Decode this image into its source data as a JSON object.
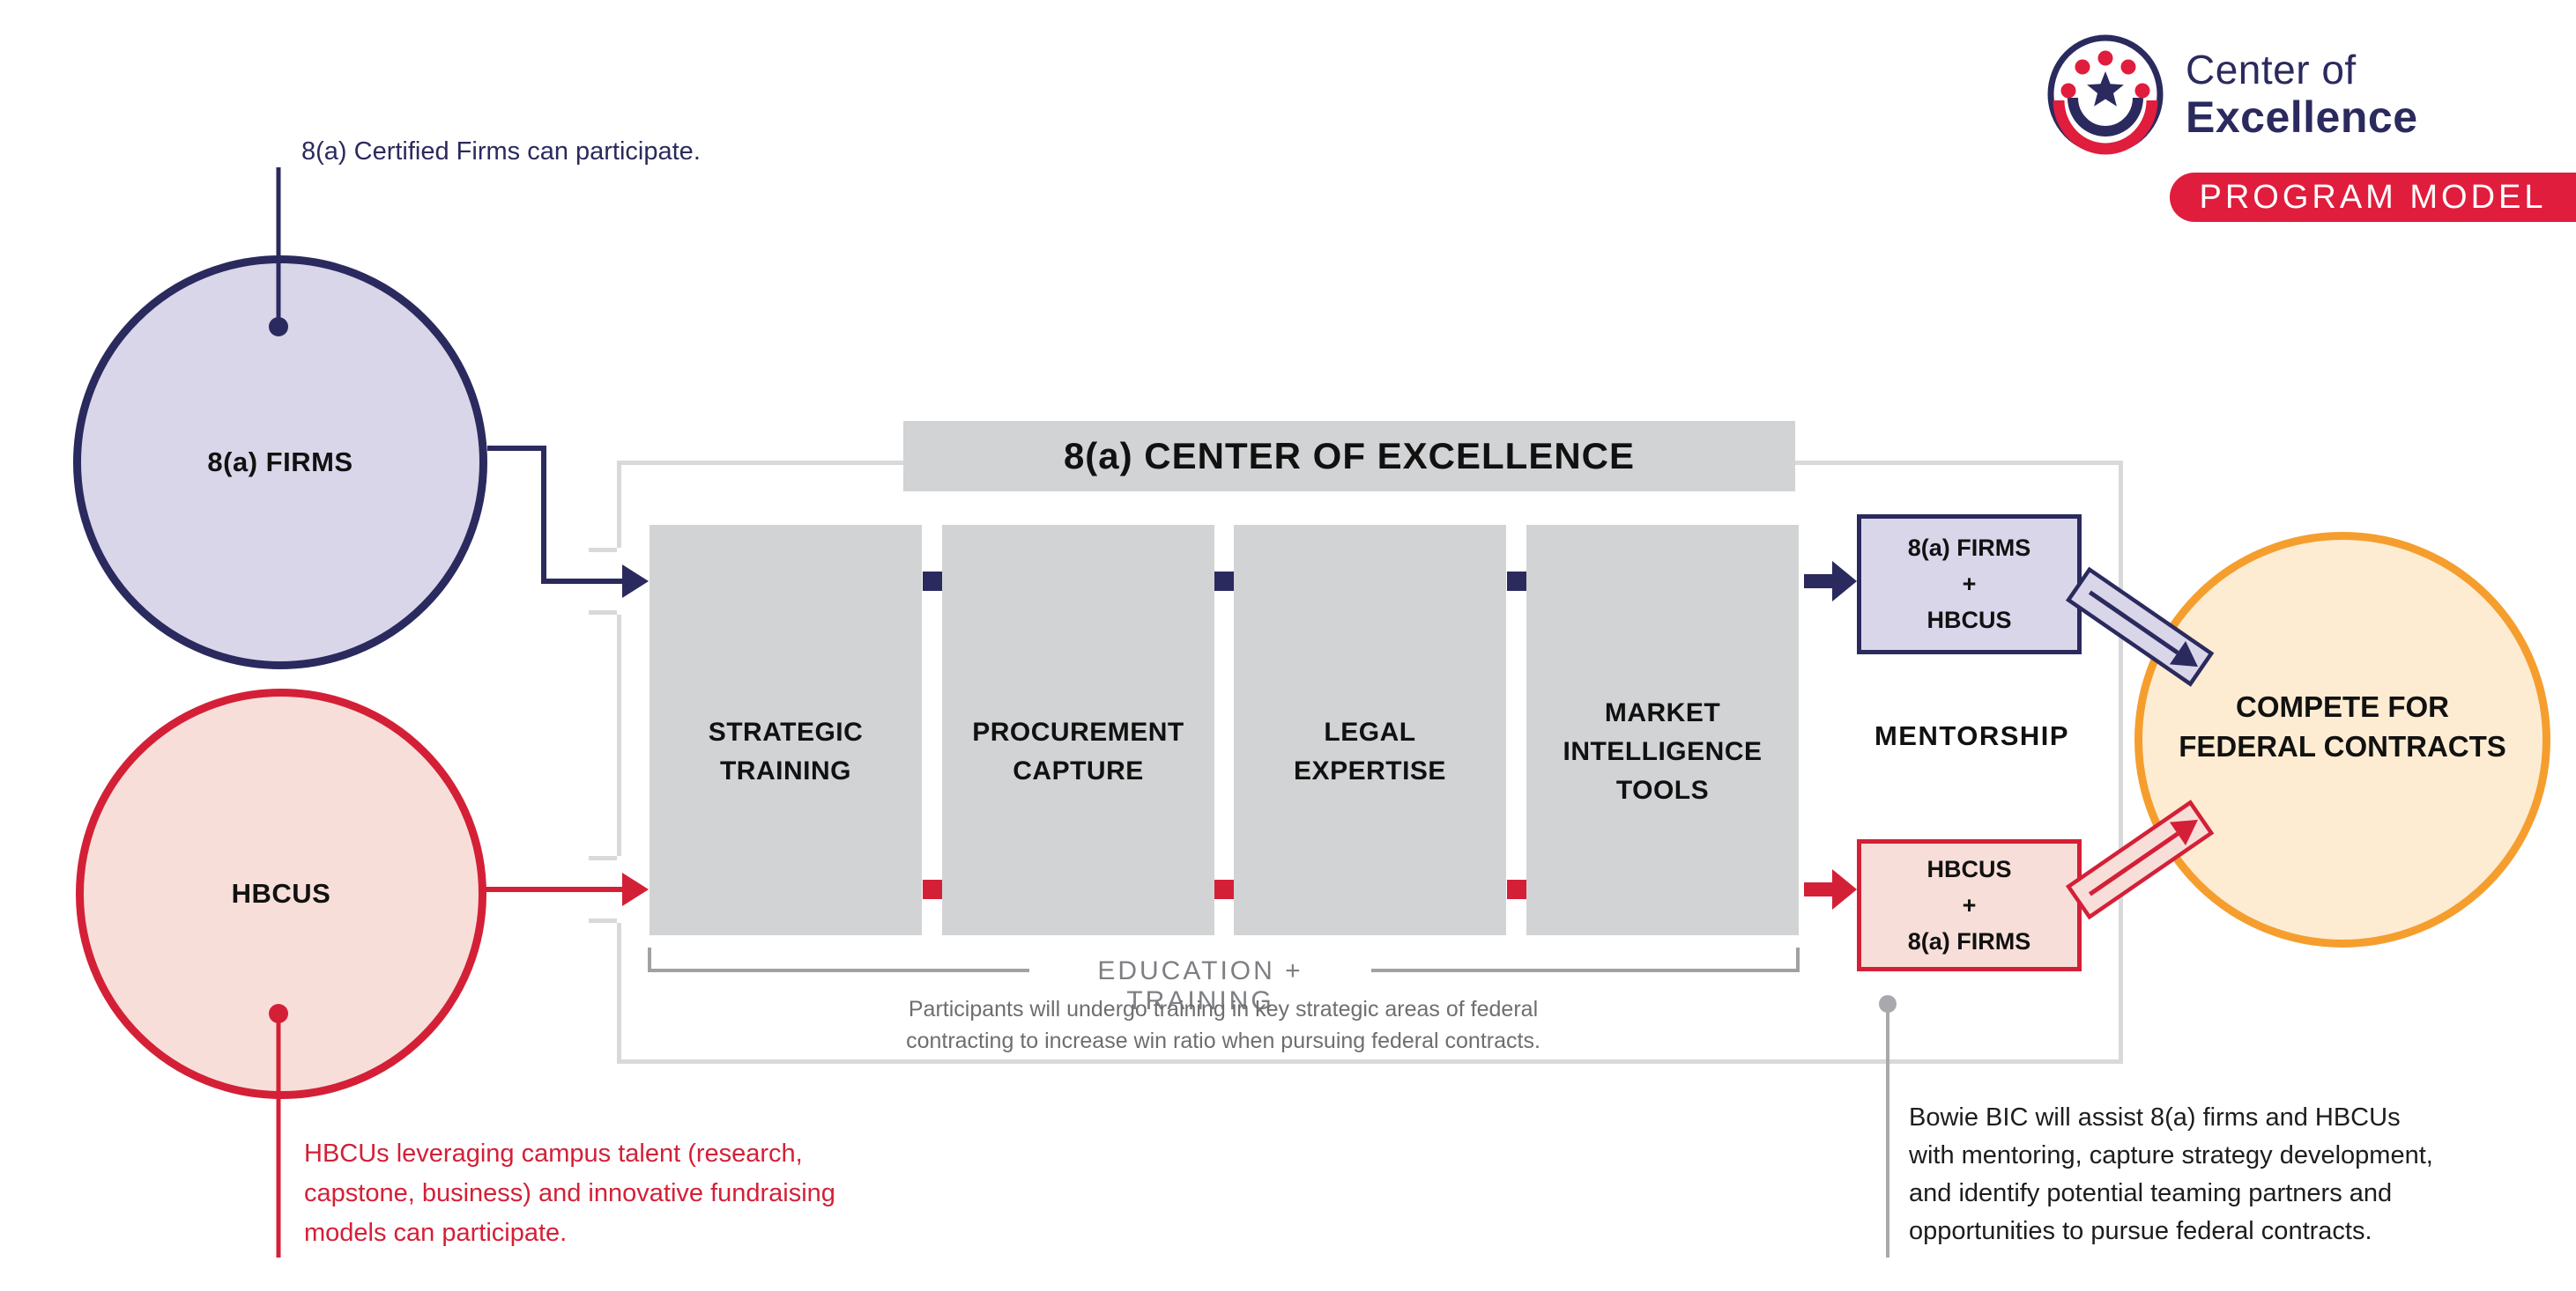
{
  "logo": {
    "title_line1": "Center of",
    "title_line2": "Excellence",
    "banner": "PROGRAM MODEL"
  },
  "inputs": {
    "firms_circle": "8(a) FIRMS",
    "hbcus_circle": "HBCUS"
  },
  "annotations": {
    "firms_note": "8(a) Certified Firms can participate.",
    "hbcus_note": "HBCUs leveraging campus talent (research,\ncapstone, business) and innovative fundraising\nmodels can participate.",
    "bowie_note": "Bowie BIC will assist 8(a) firms and HBCUs\nwith mentoring, capture strategy development,\nand identify potential teaming partners and\nopportunities to pursue federal contracts."
  },
  "program": {
    "header": "8(a) CENTER OF EXCELLENCE",
    "pillars": [
      "STRATEGIC\nTRAINING",
      "PROCUREMENT\nCAPTURE",
      "LEGAL\nEXPERTISE",
      "MARKET\nINTELLIGENCE\nTOOLS"
    ],
    "education_label": "EDUCATION + TRAINING",
    "education_desc": "Participants will undergo training in key strategic areas of federal\ncontracting to increase win ratio when pursuing federal contracts.",
    "mentorship_label": "MENTORSHIP",
    "pair_firms_hbcus": "8(a) FIRMS\n+\nHBCUS",
    "pair_hbcus_firms": "HBCUS\n+\n8(a) FIRMS"
  },
  "outcome": {
    "compete_circle": "COMPETE FOR\nFEDERAL CONTRACTS"
  },
  "colors": {
    "navy": "#2b2a5e",
    "crimson": "#d42037",
    "banner_red": "#e01d3c",
    "orange": "#f59e2e",
    "lavender": "#d9d6ea",
    "pink": "#f8ded9",
    "cream": "#fdecd2",
    "box_gray": "#d1d3d4",
    "frame_gray": "#d8d9da",
    "note_gray": "#a7a9ac",
    "text_gray": "#6d6e71"
  }
}
